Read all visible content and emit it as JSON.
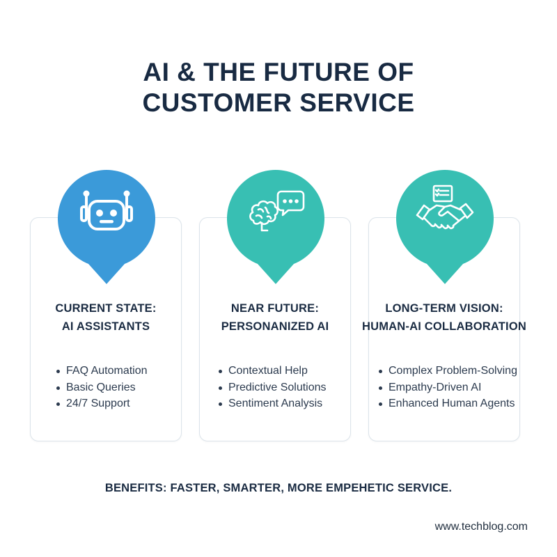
{
  "title": {
    "line1": "AI & THE FUTURE OF",
    "line2": "CUSTOMER SERVICE"
  },
  "colors": {
    "blue": "#3b9ad9",
    "teal": "#38bfb3",
    "teal_dark": "#2fb3a6",
    "text": "#1a2b42"
  },
  "cards": [
    {
      "icon": "robot-icon",
      "heading_line1": "CURRENT STATE:",
      "heading_line2": "AI ASSISTANTS",
      "items": [
        "FAQ Automation",
        "Basic Queries",
        "24/7 Support"
      ]
    },
    {
      "icon": "brain-chat-icon",
      "heading_line1": "NEAR FUTURE:",
      "heading_line2": "PERSONANIZED AI",
      "items": [
        "Contextual Help",
        "Predictive Solutions",
        "Sentiment Analysis"
      ]
    },
    {
      "icon": "handshake-icon",
      "heading_line1": "LONG-TERM VISION:",
      "heading_line2": "HUMAN-AI COLLABORATION",
      "items": [
        "Complex Problem-Solving",
        "Empathy-Driven AI",
        "Enhanced Human Agents"
      ]
    }
  ],
  "benefits": "BENEFITS: FASTER, SMARTER, MORE EMPEHETIC SERVICE.",
  "footer": "www.techblog.com"
}
